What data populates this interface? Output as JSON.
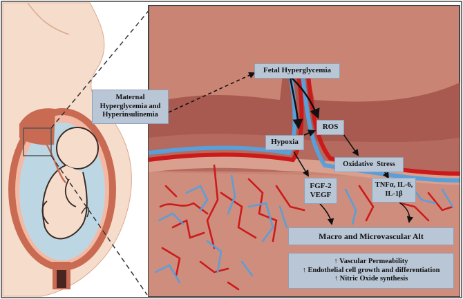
{
  "labels": {
    "maternal": [
      "Maternal",
      "Hyperglycemia and",
      "Hyperinsulinemia"
    ],
    "fetal_hyperglycemia": "Fetal Hyperglycemia",
    "ros": "ROS",
    "hypoxia": "Hypoxia",
    "oxidative_stress": "Oxidative  Stress",
    "growth_factors": [
      "FGF-2",
      "VEGF"
    ],
    "cytokines": [
      "TNFα, IL-6,",
      "IL-1β"
    ],
    "macro_micro": "Macro and Microvascular Alt",
    "effects": [
      "↑ Vascular Permeability",
      "↑ Endothelial cell growth and differentiation",
      "↑ Nitric Oxide synthesis"
    ]
  },
  "colors": {
    "tissue": "#c98474",
    "tissue_dark": "#9a5048",
    "artery": "#cc1a1a",
    "vein": "#5a9fd8",
    "label_bg": "#b9c6d6",
    "uterus": "#c96b52",
    "skin": "#f6dccb"
  }
}
